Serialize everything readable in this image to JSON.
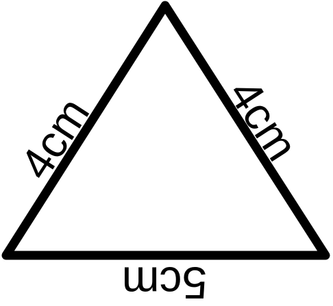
{
  "colors": {
    "background": "#ffffff",
    "stroke": "#000000"
  },
  "labels": {
    "left_side": "4cm",
    "right_side": "4cm",
    "bottom_side": "5cm"
  }
}
